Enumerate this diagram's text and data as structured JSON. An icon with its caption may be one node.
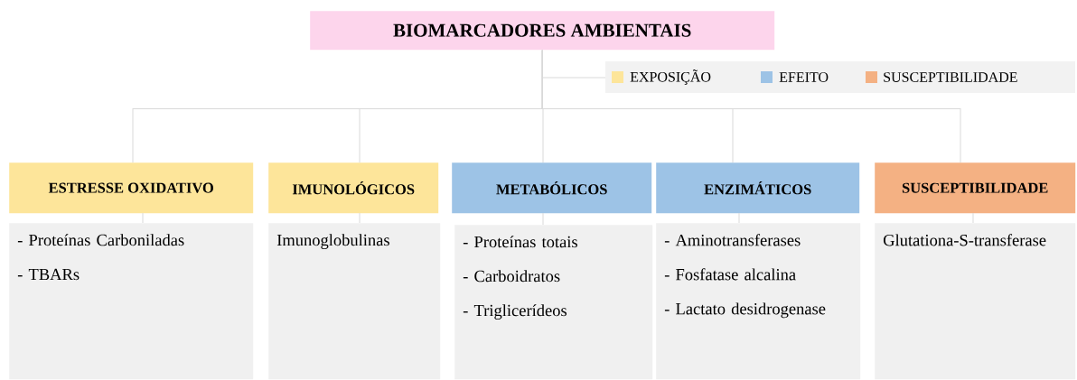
{
  "diagram": {
    "nodes": [
      {
        "text": [
          "BIOMARCADORES AMBIENTAIS"
        ]
      },
      {
        "text": [
          "ESTRESSE OXIDATIVO"
        ]
      },
      {
        "text": [
          "IMUNOLÓGICOS"
        ]
      },
      {
        "text": [
          "METABÓLICOS"
        ]
      },
      {
        "text": [
          "ENZIMÁTICOS"
        ]
      },
      {
        "text": [
          "SUSCEPTIBILIDADE"
        ]
      },
      {
        "text": [
          "- Proteínas Carboniladas",
          "- TBARs"
        ]
      },
      {
        "text": [
          "Imunoglobulinas"
        ]
      },
      {
        "text": [
          "- Proteínas totais",
          "- Carboidratos",
          "- Triglicerídeos"
        ]
      },
      {
        "text": [
          "- Aminotransferases",
          "- Fosfatase alcalina",
          "- Lactato desidrogenase"
        ]
      },
      {
        "text": [
          "Glutationa-S-transferase"
        ]
      }
    ],
    "edges": [
      {
        "from": 0,
        "to": 1,
        "arrow": "none"
      },
      {
        "from": 0,
        "to": 2,
        "arrow": "none"
      },
      {
        "from": 0,
        "to": 3,
        "arrow": "none"
      },
      {
        "from": 0,
        "to": 4,
        "arrow": "none"
      },
      {
        "from": 0,
        "to": 5,
        "arrow": "none"
      },
      {
        "from": 1,
        "to": 6,
        "arrow": "none"
      },
      {
        "from": 2,
        "to": 7,
        "arrow": "none"
      },
      {
        "from": 3,
        "to": 8,
        "arrow": "none"
      },
      {
        "from": 4,
        "to": 9,
        "arrow": "none"
      },
      {
        "from": 5,
        "to": 10,
        "arrow": "none"
      }
    ],
    "legend": [
      {
        "text": "EXPOSIÇÃO",
        "color": "#fde59a"
      },
      {
        "text": "EFEITO",
        "color": "#9dc3e6"
      },
      {
        "text": "SUSCEPTIBILIDADE",
        "color": "#f4b183"
      }
    ]
  }
}
